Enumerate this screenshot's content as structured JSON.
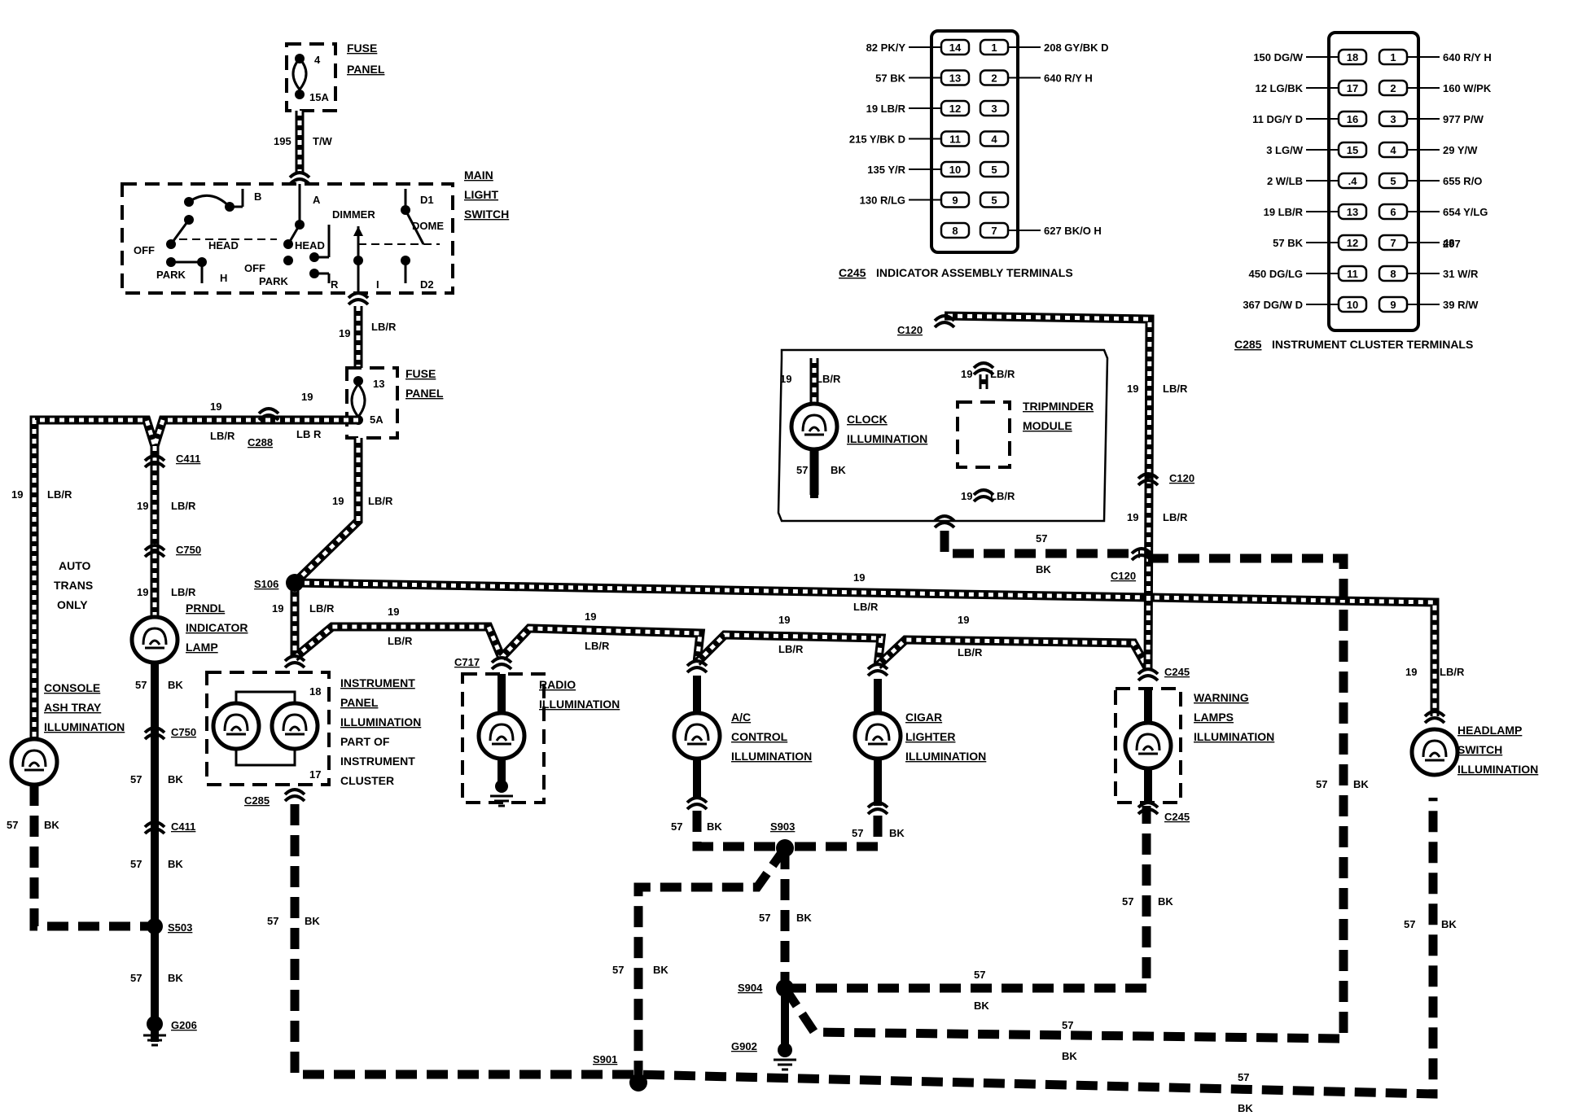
{
  "colors": {
    "ink": "#000000",
    "paper": "#ffffff"
  },
  "top_fuse": {
    "label1": "FUSE",
    "label2": "PANEL",
    "pin_top": "4",
    "rating": "15A",
    "wire_num": "195",
    "wire_color": "T/W"
  },
  "main_light_switch": {
    "label1": "MAIN",
    "label2": "LIGHT",
    "label3": "SWITCH",
    "b": "B",
    "a": "A",
    "dimmer": "DIMMER",
    "d1": "D1",
    "dome": "DOME",
    "d2": "D2",
    "off_left": "OFF",
    "head_left": "HEAD",
    "park_left": "PARK",
    "h": "H",
    "off_right": "OFF",
    "head_right": "HEAD",
    "park_right": "PARK",
    "r": "R",
    "i": "I"
  },
  "wire_19_lbr_main": {
    "num": "19",
    "color": "LB/R"
  },
  "mid_fuse": {
    "label1": "FUSE",
    "label2": "PANEL",
    "pin_top": "13",
    "rating": "5A"
  },
  "connectors": {
    "c288": "C288",
    "c411_top": "C411",
    "c750_top": "C750",
    "c750_bot": "C750",
    "c411_bot": "C411",
    "s106": "S106",
    "c717": "C717",
    "c285": "C285",
    "c120_top": "C120",
    "c120_mid": "C120",
    "c120_low": "C120",
    "c245_top": "C245",
    "c245_bot": "C245",
    "s903": "S903",
    "s904": "S904",
    "s901": "S901",
    "g902": "G902",
    "s503": "S503",
    "g206": "G206"
  },
  "wire_labels": {
    "n19": "19",
    "lbr": "LB/R",
    "lb_r_space": "LB R",
    "n57": "57",
    "bk": "BK"
  },
  "components": {
    "auto_trans": [
      "AUTO",
      "TRANS",
      "ONLY"
    ],
    "console": [
      "CONSOLE",
      "ASH TRAY",
      "ILLUMINATION"
    ],
    "prndl": [
      "PRNDL",
      "INDICATOR",
      "LAMP"
    ],
    "instrument": [
      "INSTRUMENT",
      "PANEL",
      "ILLUMINATION",
      "PART OF",
      "INSTRUMENT",
      "CLUSTER"
    ],
    "instrument_pin_top": "18",
    "instrument_pin_bot": "17",
    "radio": [
      "RADIO",
      "ILLUMINATION"
    ],
    "ac": [
      "A/C",
      "CONTROL",
      "ILLUMINATION"
    ],
    "cigar": [
      "CIGAR",
      "LIGHTER",
      "ILLUMINATION"
    ],
    "warning": [
      "WARNING",
      "LAMPS",
      "ILLUMINATION"
    ],
    "headlamp": [
      "HEADLAMP",
      "SWITCH",
      "ILLUMINATION"
    ],
    "clock": [
      "CLOCK",
      "ILLUMINATION"
    ],
    "tripminder": [
      "TRIPMINDER",
      "MODULE"
    ]
  },
  "c245_terminals": {
    "title_conn": "C245",
    "title_rest": "INDICATOR  ASSEMBLY TERMINALS",
    "left_labels": [
      "82 PK/Y",
      "57 BK",
      "19 LB/R",
      "215 Y/BK D",
      "135 Y/R",
      "130 R/LG",
      ""
    ],
    "left_pins": [
      "14",
      "13",
      "12",
      "11",
      "10",
      "9",
      "8"
    ],
    "right_pins": [
      "1",
      "2",
      "3",
      "4",
      "5",
      "5",
      "7"
    ],
    "right_labels": [
      "208 GY/BK D",
      "640 R/Y H",
      "",
      "",
      "",
      "",
      "627 BK/O H"
    ]
  },
  "c285_terminals": {
    "title_conn": "C285",
    "title_rest": "INSTRUMENT  CLUSTER TERMINALS",
    "left_labels": [
      "150 DG/W",
      "12 LG/BK",
      "11 DG/Y D",
      "3 LG/W",
      "2 W/LB",
      "19 LB/R",
      "57 BK",
      "450 DG/LG",
      "367 DG/W D"
    ],
    "left_pins": [
      "18",
      "17",
      "16",
      "15",
      ".4",
      "13",
      "12",
      "11",
      "10"
    ],
    "right_pins": [
      "1",
      "2",
      "3",
      "4",
      "5",
      "6",
      "7",
      "8",
      "9"
    ],
    "right_labels": [
      "640 R/Y H",
      "160 W/PK",
      "977 P/W",
      "29 Y/W",
      "655 R/O",
      "654 Y/LG",
      "48",
      "31 W/R",
      "39 R/W"
    ],
    "extra_297": "297"
  }
}
